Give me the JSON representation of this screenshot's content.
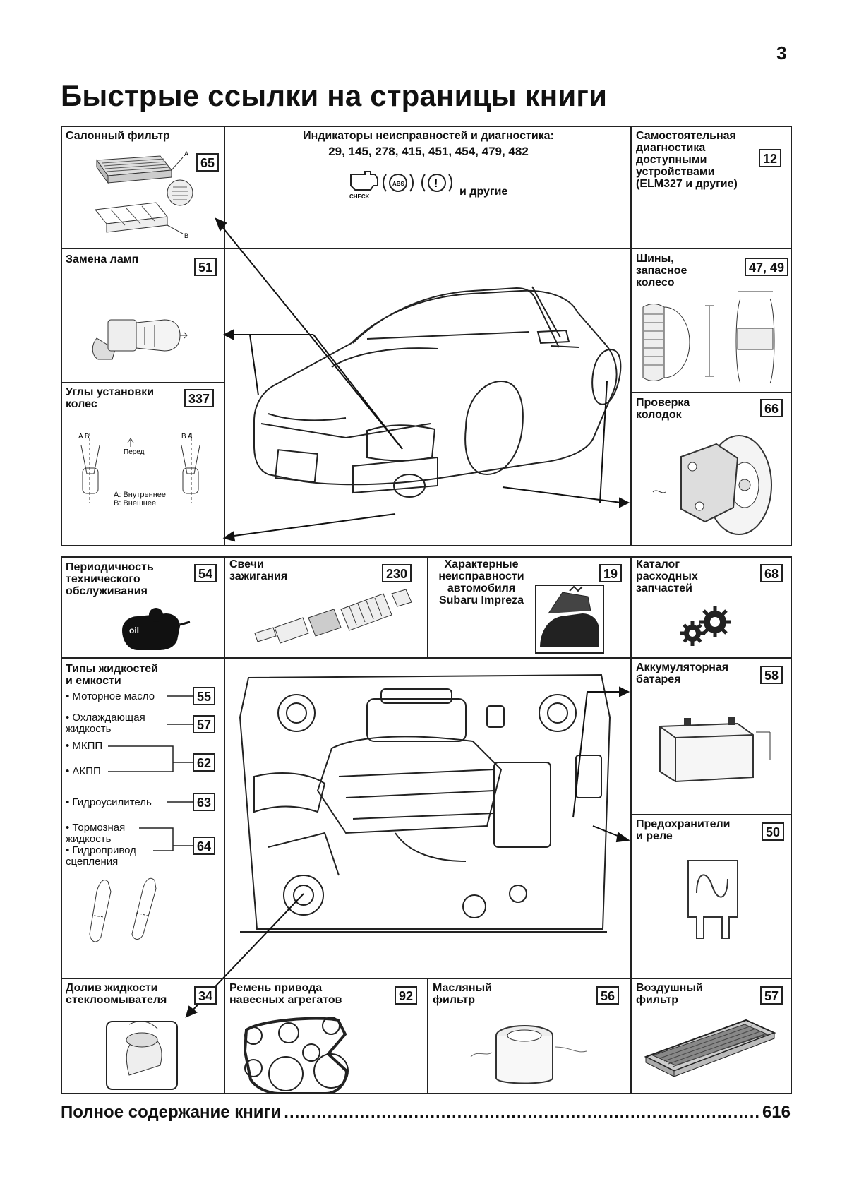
{
  "page_number": "3",
  "title": "Быстрые ссылки на страницы книги",
  "top": {
    "cabin_filter": {
      "label": "Салонный фильтр",
      "page": "65",
      "marks": [
        "A",
        "B"
      ]
    },
    "diagnostics": {
      "label": "Индикаторы неисправностей и диагностика:",
      "pages": "29, 145, 278, 415, 451, 454, 479, 482",
      "icon_check": "CHECK",
      "icon_abs": "ABS",
      "icon_warn": "!",
      "other": "и другие"
    },
    "self_diag": {
      "label": "Самостоятельная\nдиагностика\nдоступными\nустройствами\n(ELM327 и другие)",
      "page": "12"
    },
    "lamps": {
      "label": "Замена ламп",
      "page": "51"
    },
    "tires": {
      "label": "Шины,\nзапасное\nколесо",
      "page": "47, 49"
    },
    "wheel_alignment": {
      "label": "Углы установки\nколес",
      "page": "337",
      "marks_left": "A  B",
      "marks_right": "B  A",
      "front": "Перед",
      "legend": "A: Внутреннее\nB: Внешнее"
    },
    "brake_pads": {
      "label": "Проверка\nколодок",
      "page": "66"
    }
  },
  "bottom": {
    "maintenance": {
      "label": "Периодичность\nтехнического\nобслуживания",
      "page": "54"
    },
    "spark_plugs": {
      "label": "Свечи\nзажигания",
      "page": "230"
    },
    "faults": {
      "label": "Характерные\nнеисправности\nавтомобиля\nSubaru Impreza",
      "page": "19"
    },
    "parts_catalog": {
      "label": "Каталог\nрасходных\nзапчастей",
      "page": "68"
    },
    "fluids": {
      "label": "Типы жидкостей\nи емкости",
      "items": [
        {
          "text": "• Моторное масло",
          "page": "55"
        },
        {
          "text": "• Охлаждающая\nжидкость",
          "page": "57"
        },
        {
          "text": "• МКПП",
          "page": ""
        },
        {
          "text": "• АКПП",
          "page": "62"
        },
        {
          "text": "• Гидроусилитель",
          "page": "63"
        },
        {
          "text": "• Тормозная\nжидкость",
          "page": ""
        },
        {
          "text": "• Гидропривод\nсцепления",
          "page": "64"
        }
      ]
    },
    "battery": {
      "label": "Аккумуляторная\nбатарея",
      "page": "58"
    },
    "fuses": {
      "label": "Предохранители\nи реле",
      "page": "50"
    },
    "washer": {
      "label": "Долив жидкости\nстеклоомывателя",
      "page": "34"
    },
    "belt": {
      "label": "Ремень привода\nнавесных агрегатов",
      "page": "92"
    },
    "oil_filter": {
      "label": "Масляный\nфильтр",
      "page": "56"
    },
    "air_filter": {
      "label": "Воздушный\nфильтр",
      "page": "57"
    }
  },
  "toc": {
    "label": "Полное содержание книги",
    "dots": "..............................................................................................................",
    "page": "616"
  }
}
